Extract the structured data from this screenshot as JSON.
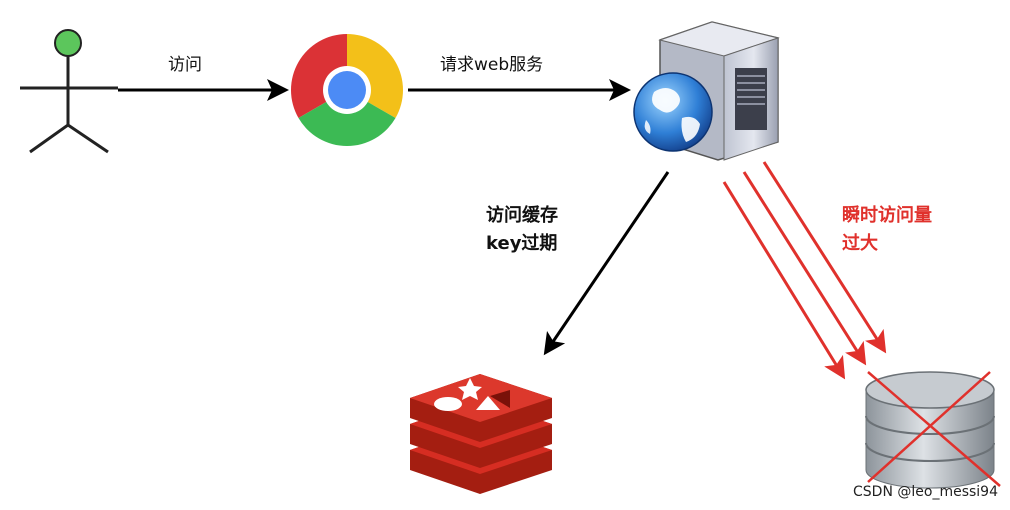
{
  "labels": {
    "visit": "访问",
    "request_web": "请求web服务",
    "cache_line1": "访问缓存",
    "cache_line2": "key过期",
    "burst_line1": "瞬时访问量",
    "burst_line2": "过大"
  },
  "watermark": "CSDN @leo_messi94",
  "icons": [
    "user-icon",
    "chrome-icon",
    "web-server-icon",
    "redis-icon",
    "database-icon"
  ],
  "colors": {
    "arrow_black": "#000000",
    "arrow_red": "#e0312c",
    "user_head": "#5cc65c",
    "redis_red": "#d62d22",
    "cross_red": "#e0312c"
  }
}
